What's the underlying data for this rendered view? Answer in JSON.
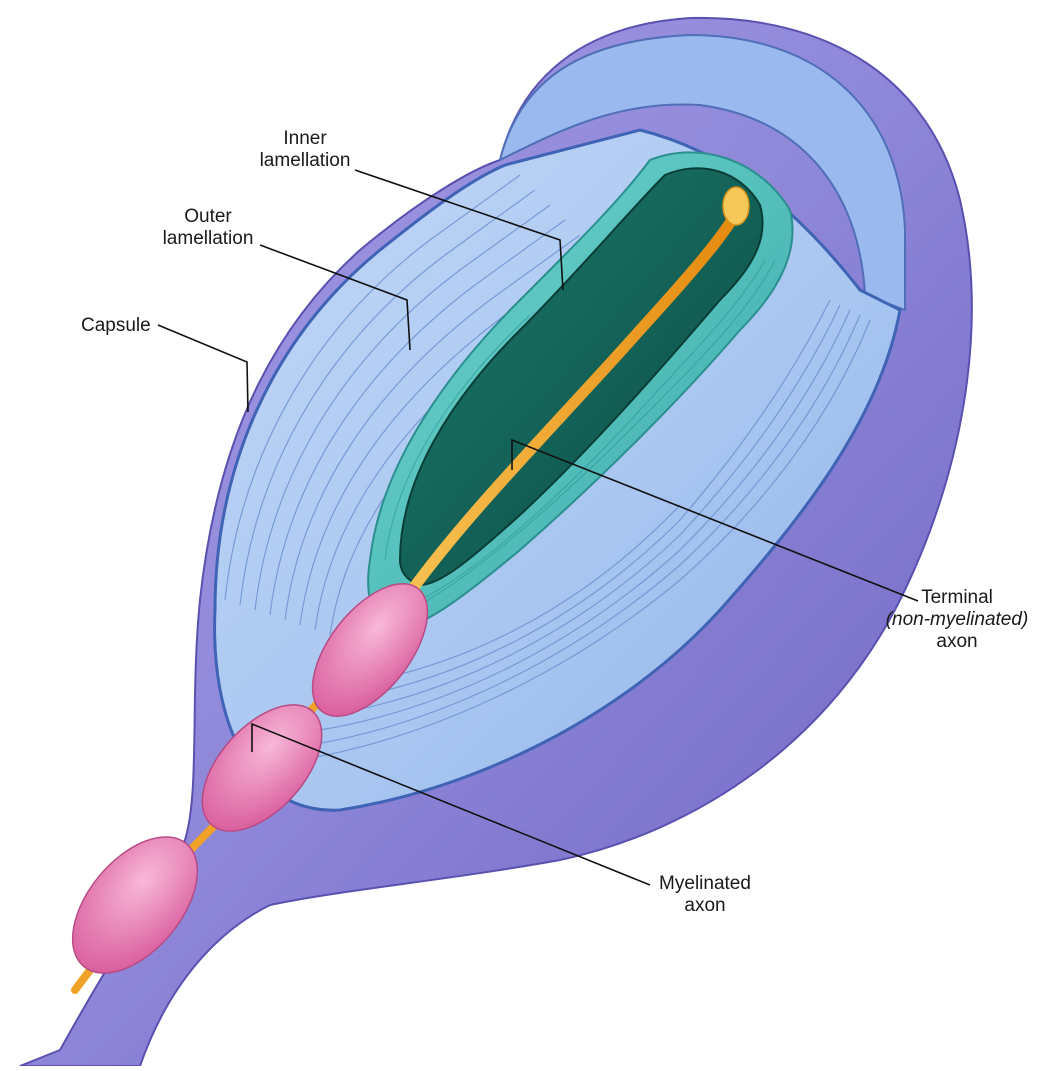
{
  "diagram": {
    "labels": {
      "inner_lamellation": {
        "line1": "Inner",
        "line2": "lamellation"
      },
      "outer_lamellation": {
        "line1": "Outer",
        "line2": "lamellation"
      },
      "capsule": "Capsule",
      "terminal_axon": {
        "line1": "Terminal",
        "line2": "(non-myelinated)",
        "line3": "axon"
      },
      "myelinated_axon": {
        "line1": "Myelinated",
        "line2": "axon"
      }
    },
    "colors": {
      "capsule": "#8f86d6",
      "capsule_dark": "#6f66c4",
      "outer_lamellae": "#a9c8f2",
      "lamella_lines": "#5f86c9",
      "inner_lamellae": "#4fc6c0",
      "inner_core": "#0f5a50",
      "axon": "#f2a41e",
      "myelin": "#ea7fb4"
    }
  }
}
